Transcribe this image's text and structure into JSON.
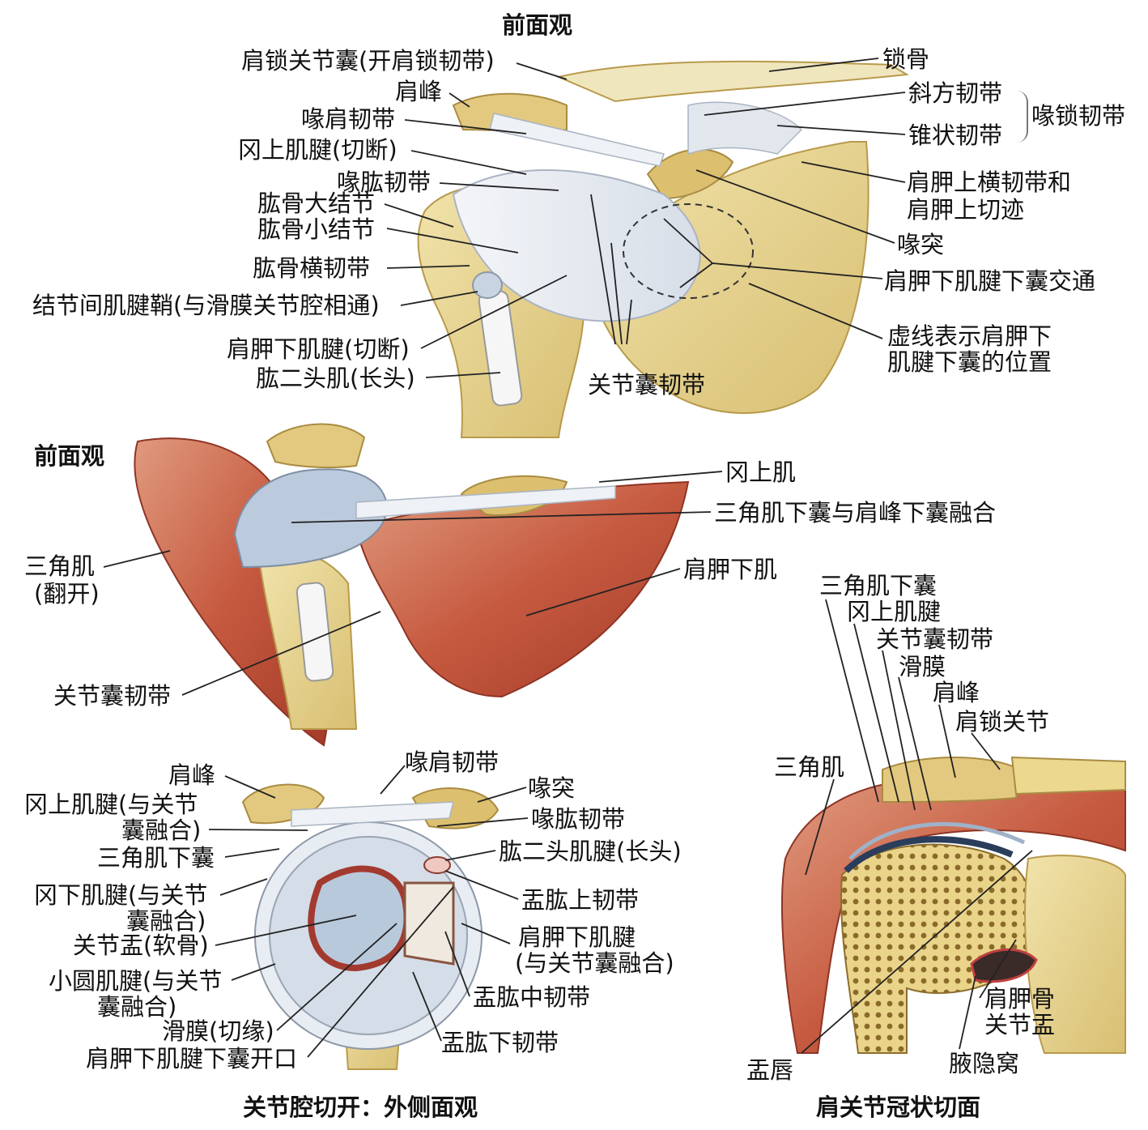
{
  "titles": {
    "panel1": "前面观",
    "panel2": "前面观",
    "panel3": "关节腔切开：外侧面观",
    "panel4": "肩关节冠状切面"
  },
  "panel1_labels": {
    "ac_capsule": "肩锁关节囊(开肩锁韧带)",
    "acromion": "肩峰",
    "coracoacromial": "喙肩韧带",
    "supraspinatus_cut": "冈上肌腱(切断)",
    "coracohumeral": "喙肱韧带",
    "greater_tubercle": "肱骨大结节",
    "lesser_tubercle": "肱骨小结节",
    "transverse_humeral": "肱骨横韧带",
    "intertubercular_sheath": "结节间肌腱鞘(与滑膜关节腔相通)",
    "subscapularis_cut": "肩胛下肌腱(切断)",
    "biceps_long": "肱二头肌(长头)",
    "clavicle": "锁骨",
    "trapezoid": "斜方韧带",
    "conoid": "锥状韧带",
    "coracoclavicular": "喙锁韧带",
    "suprascapular_line1": "肩胛上横韧带和",
    "suprascapular_line2": "肩胛上切迹",
    "coracoid": "喙突",
    "subscapular_bursa_comm": "肩胛下肌腱下囊交通",
    "dashed_line1": "虚线表示肩胛下",
    "dashed_line2": "肌腱下囊的位置",
    "capsular_ligament": "关节囊韧带"
  },
  "panel2_labels": {
    "supraspinatus": "冈上肌",
    "bursa_fused": "三角肌下囊与肩峰下囊融合",
    "deltoid_line1": "三角肌",
    "deltoid_line2": "(翻开)",
    "subscapularis": "肩胛下肌",
    "capsular_ligament": "关节囊韧带"
  },
  "panel3_labels": {
    "acromion": "肩峰",
    "coracoacromial": "喙肩韧带",
    "coracoid": "喙突",
    "supraspinatus_l1": "冈上肌腱(与关节",
    "supraspinatus_l2": "囊融合)",
    "coracohumeral": "喙肱韧带",
    "subdeltoid_bursa": "三角肌下囊",
    "biceps_long": "肱二头肌腱(长头)",
    "infraspinatus_l1": "冈下肌腱(与关节",
    "infraspinatus_l2": "囊融合)",
    "sup_gh": "盂肱上韧带",
    "glenoid_l1": "关节盂(软骨)",
    "subscap_l1": "肩胛下肌腱",
    "subscap_l2": "(与关节囊融合)",
    "teres_minor_l1": "小圆肌腱(与关节",
    "teres_minor_l2": "囊融合)",
    "mid_gh": "盂肱中韧带",
    "synovium_cut": "滑膜(切缘)",
    "subscap_bursa_opening": "肩胛下肌腱下囊开口",
    "inf_gh": "盂肱下韧带"
  },
  "panel4_labels": {
    "subdeltoid_bursa": "三角肌下囊",
    "supraspinatus_tendon": "冈上肌腱",
    "capsular_ligament": "关节囊韧带",
    "synovium": "滑膜",
    "acromion": "肩峰",
    "ac_joint": "肩锁关节",
    "deltoid": "三角肌",
    "glenoid_l1": "肩胛骨",
    "glenoid_l2": "关节盂",
    "labrum": "盂唇",
    "axillary_recess": "腋隐窝"
  },
  "colors": {
    "bone": "#e8d79a",
    "bone_dark": "#c9ae5c",
    "ligament": "#e6ebf2",
    "bursa": "#b9c9dc",
    "muscle": "#c0503a",
    "muscle_light": "#d98468",
    "cartilage": "#c8d6e6",
    "leader": "#222222"
  }
}
